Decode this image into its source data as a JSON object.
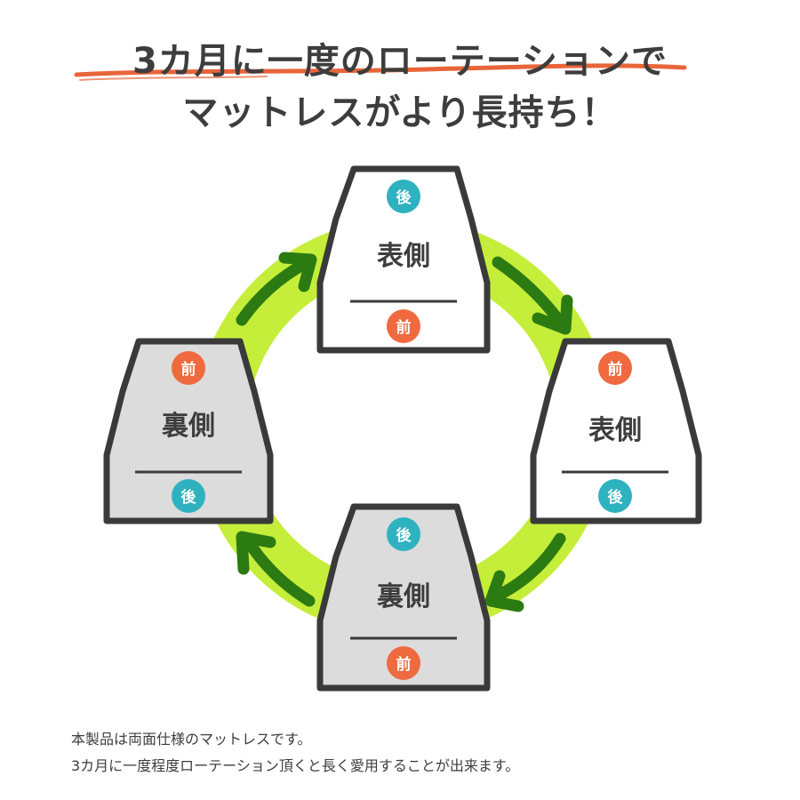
{
  "headline": {
    "line1": "3カ月に一度のローテーションで",
    "line2": "マットレスがより長持ち！"
  },
  "colors": {
    "ring": "#c5ee3a",
    "arrow": "#2c7a12",
    "outline": "#3a3a3a",
    "front_card": "#ffffff",
    "back_card": "#dcdcdc",
    "badge_front": "#ef6a3e",
    "badge_back": "#2fb2bf",
    "underline_brush": "#e8653a",
    "text": "#3d3d3d"
  },
  "cards": [
    {
      "side": "表側",
      "top_badge": "後",
      "bottom_badge": "前"
    },
    {
      "side": "表側",
      "top_badge": "前",
      "bottom_badge": "後"
    },
    {
      "side": "裏側",
      "top_badge": "後",
      "bottom_badge": "前"
    },
    {
      "side": "裏側",
      "top_badge": "前",
      "bottom_badge": "後"
    }
  ],
  "description": {
    "line1": "本製品は両面仕様のマットレスです。",
    "line2": "3カ月に一度程度ローテーション頂くと長く愛用することが出来ます。"
  }
}
